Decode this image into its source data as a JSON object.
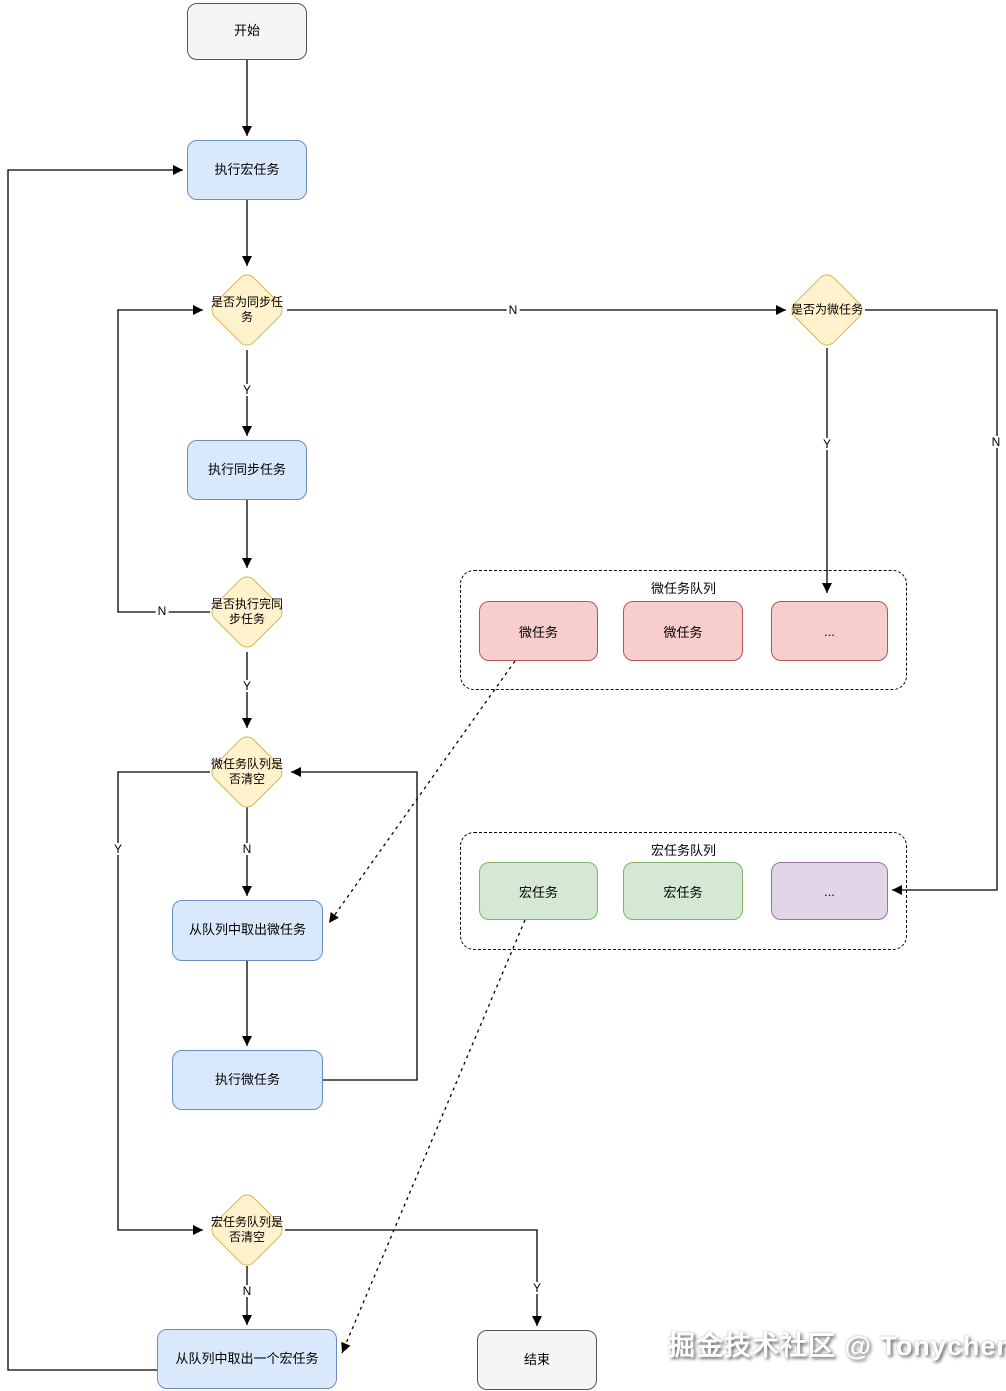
{
  "diagram": {
    "nodes": {
      "start": "开始",
      "exec_macro": "执行宏任务",
      "is_sync": "是否为同步任务",
      "is_micro": "是否为微任务",
      "exec_sync": "执行同步任务",
      "sync_done": "是否执行完同步任务",
      "micro_queue_empty": "微任务队列是否清空",
      "dequeue_micro": "从队列中取出微任务",
      "exec_micro": "执行微任务",
      "macro_queue_empty": "宏任务队列是否清空",
      "dequeue_macro": "从队列中取出一个宏任务",
      "end": "结束"
    },
    "queues": {
      "micro": {
        "title": "微任务队列",
        "items": [
          "微任务",
          "微任务",
          "..."
        ]
      },
      "macro": {
        "title": "宏任务队列",
        "items": [
          "宏任务",
          "宏任务",
          "..."
        ]
      }
    },
    "edge_labels": {
      "is_sync_yes": "Y",
      "is_sync_no": "N",
      "is_micro_yes": "Y",
      "is_micro_no": "N",
      "sync_done_no": "N",
      "sync_done_yes": "Y",
      "micro_empty_yes": "Y",
      "micro_empty_no": "N",
      "macro_empty_no": "N",
      "macro_empty_yes": "Y"
    },
    "watermark": "掘金技术社区 @ Tonychen",
    "colors": {
      "process_fill": "#dae8fc",
      "process_stroke": "#6c8ebf",
      "decision_fill": "#fff2cc",
      "decision_stroke": "#d6b656",
      "terminal_fill": "#f5f5f5",
      "terminal_stroke": "#555555",
      "microtask_fill": "#f8cecc",
      "microtask_stroke": "#b85450",
      "macrotask_fill": "#d5e8d4",
      "macrotask_stroke": "#82b366",
      "more_fill": "#e1d5e7",
      "more_stroke": "#9673a6",
      "edge": "#000000"
    }
  }
}
